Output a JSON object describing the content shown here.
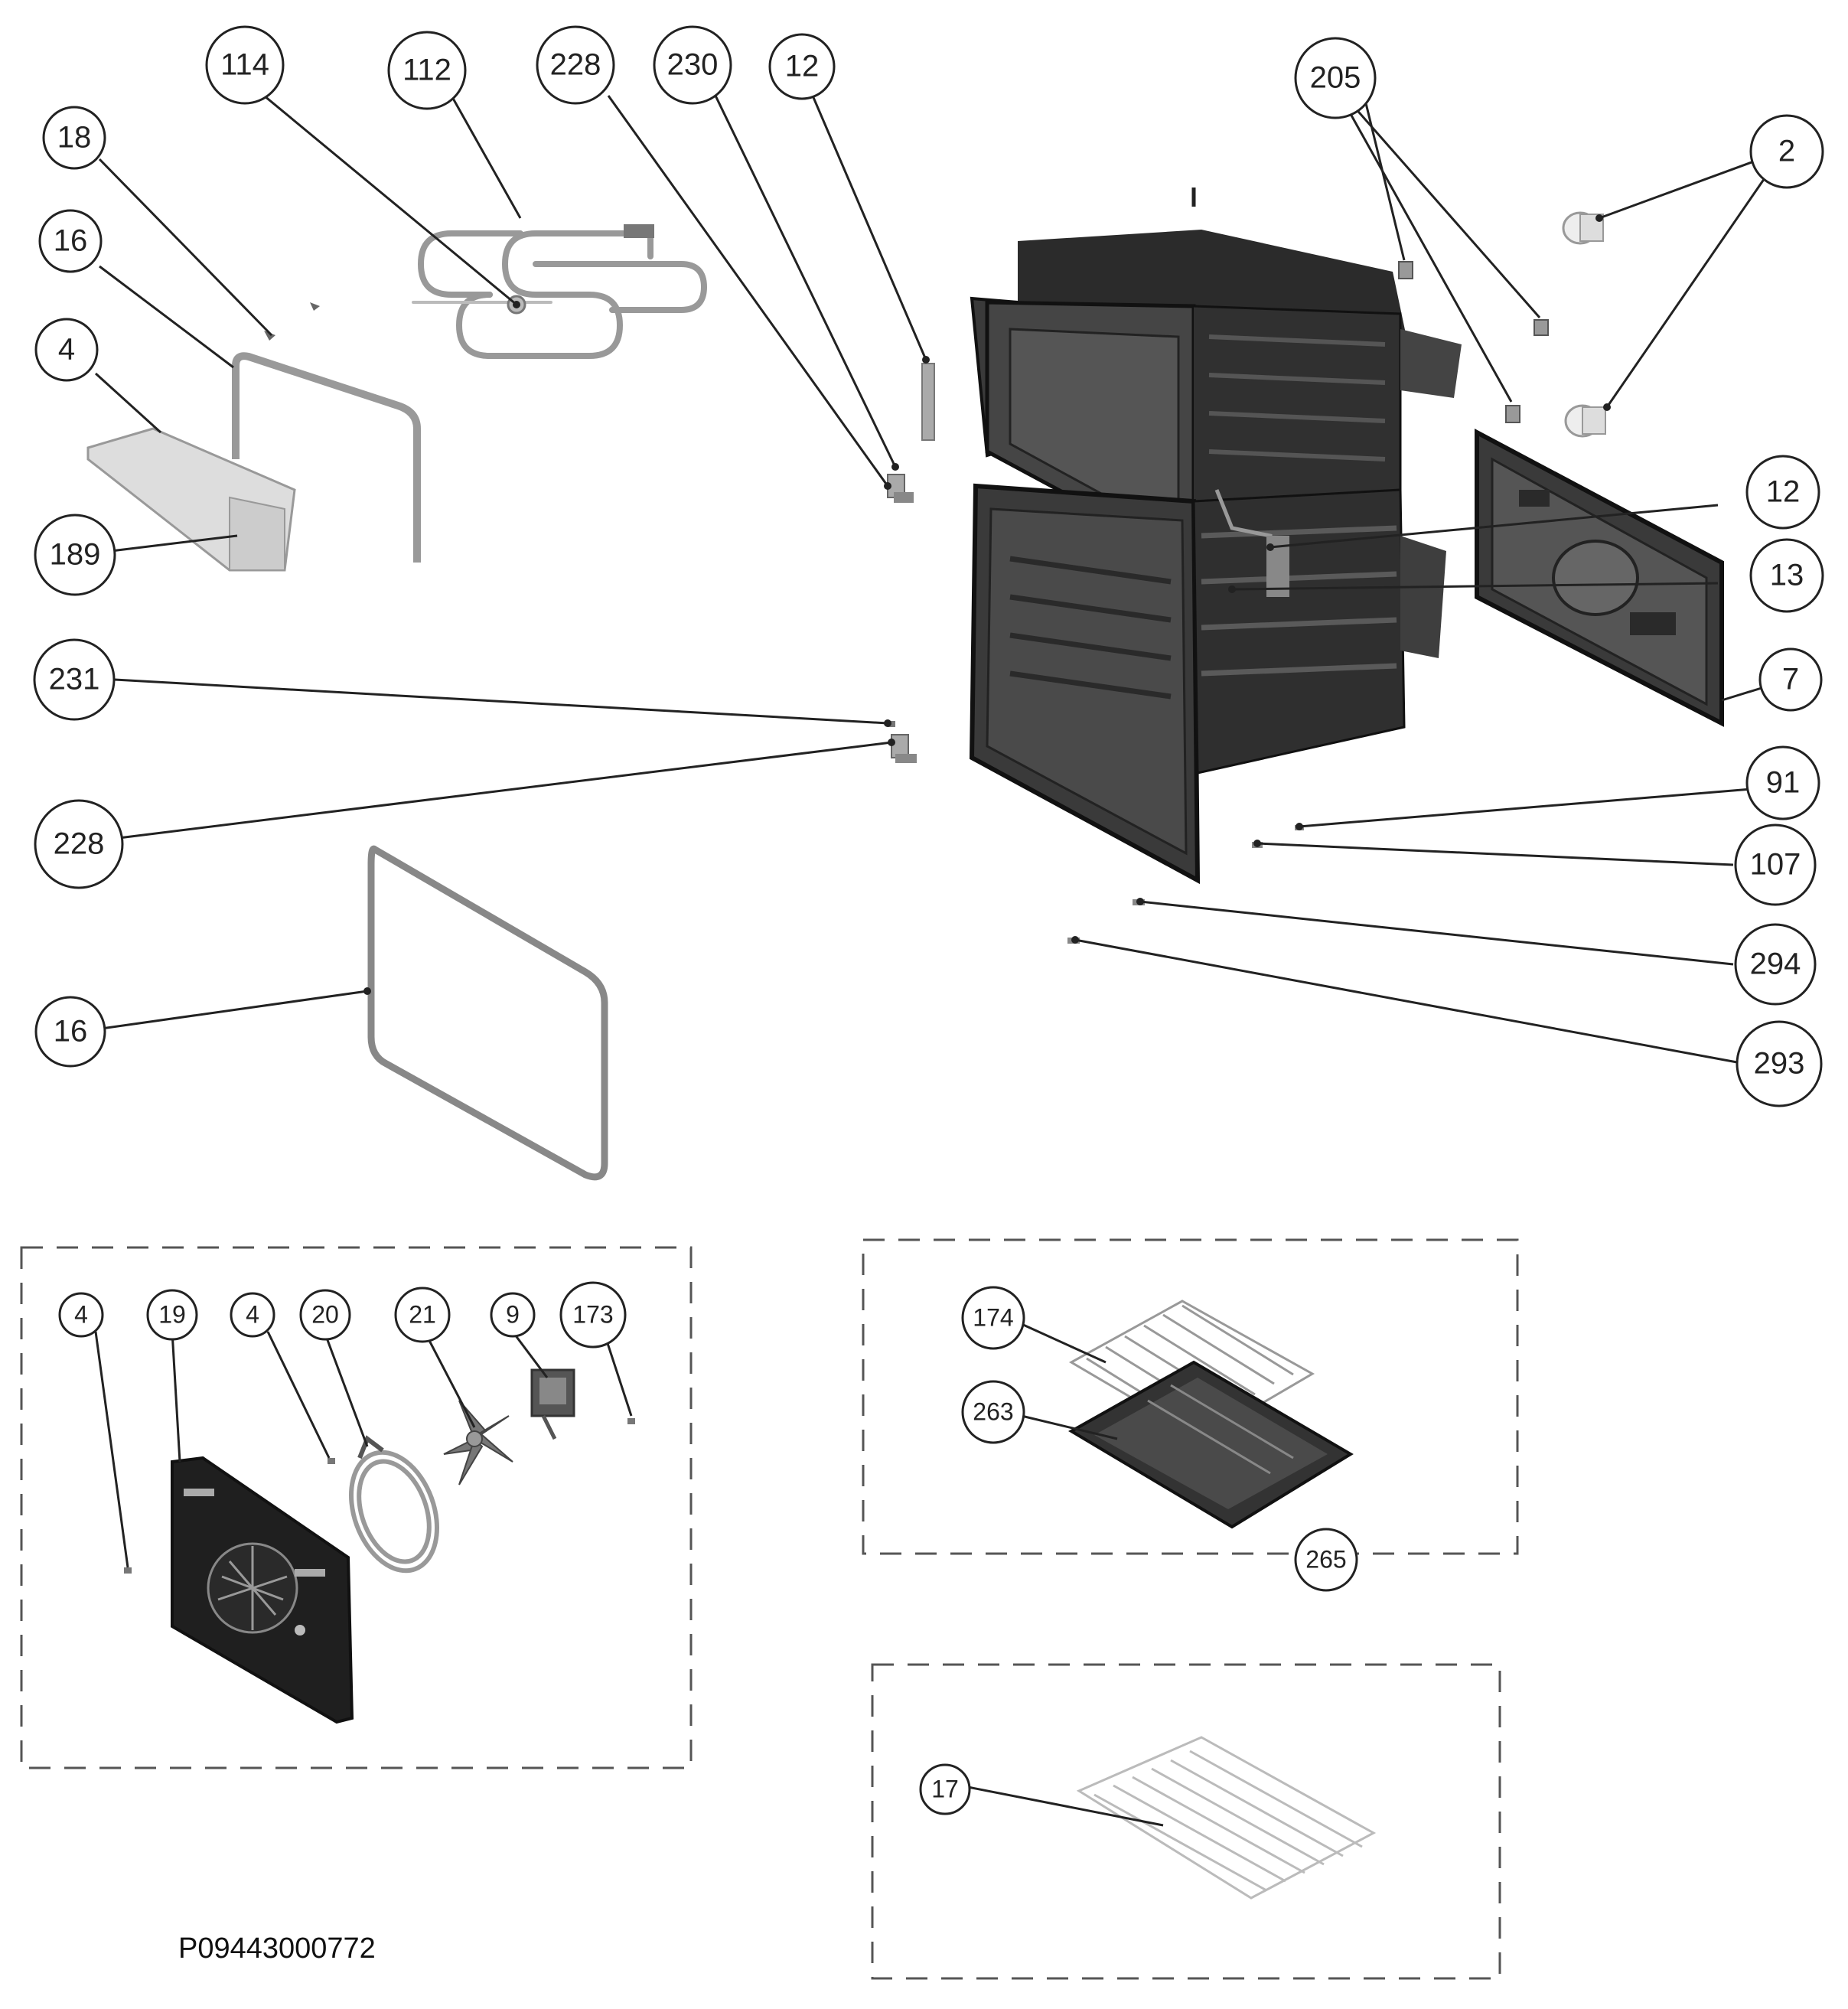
{
  "callouts": [
    {
      "id": "c114",
      "label": "114"
    },
    {
      "id": "c112",
      "label": "112"
    },
    {
      "id": "c228a",
      "label": "228"
    },
    {
      "id": "c230",
      "label": "230"
    },
    {
      "id": "c12a",
      "label": "12"
    },
    {
      "id": "c205",
      "label": "205"
    },
    {
      "id": "c2",
      "label": "2"
    },
    {
      "id": "c18",
      "label": "18"
    },
    {
      "id": "c16a",
      "label": "16"
    },
    {
      "id": "c4a",
      "label": "4"
    },
    {
      "id": "c189",
      "label": "189"
    },
    {
      "id": "c12b",
      "label": "12"
    },
    {
      "id": "c13",
      "label": "13"
    },
    {
      "id": "c231",
      "label": "231"
    },
    {
      "id": "c7",
      "label": "7"
    },
    {
      "id": "c228b",
      "label": "228"
    },
    {
      "id": "c91",
      "label": "91"
    },
    {
      "id": "c107",
      "label": "107"
    },
    {
      "id": "c294",
      "label": "294"
    },
    {
      "id": "c16b",
      "label": "16"
    },
    {
      "id": "c293",
      "label": "293"
    },
    {
      "id": "c4b",
      "label": "4"
    },
    {
      "id": "c19",
      "label": "19"
    },
    {
      "id": "c4c",
      "label": "4"
    },
    {
      "id": "c20",
      "label": "20"
    },
    {
      "id": "c21",
      "label": "21"
    },
    {
      "id": "c9",
      "label": "9"
    },
    {
      "id": "c173",
      "label": "173"
    },
    {
      "id": "c174",
      "label": "174"
    },
    {
      "id": "c263",
      "label": "263"
    },
    {
      "id": "c265",
      "label": "265"
    },
    {
      "id": "c17",
      "label": "17"
    }
  ],
  "drawing_code": "P09443000772"
}
